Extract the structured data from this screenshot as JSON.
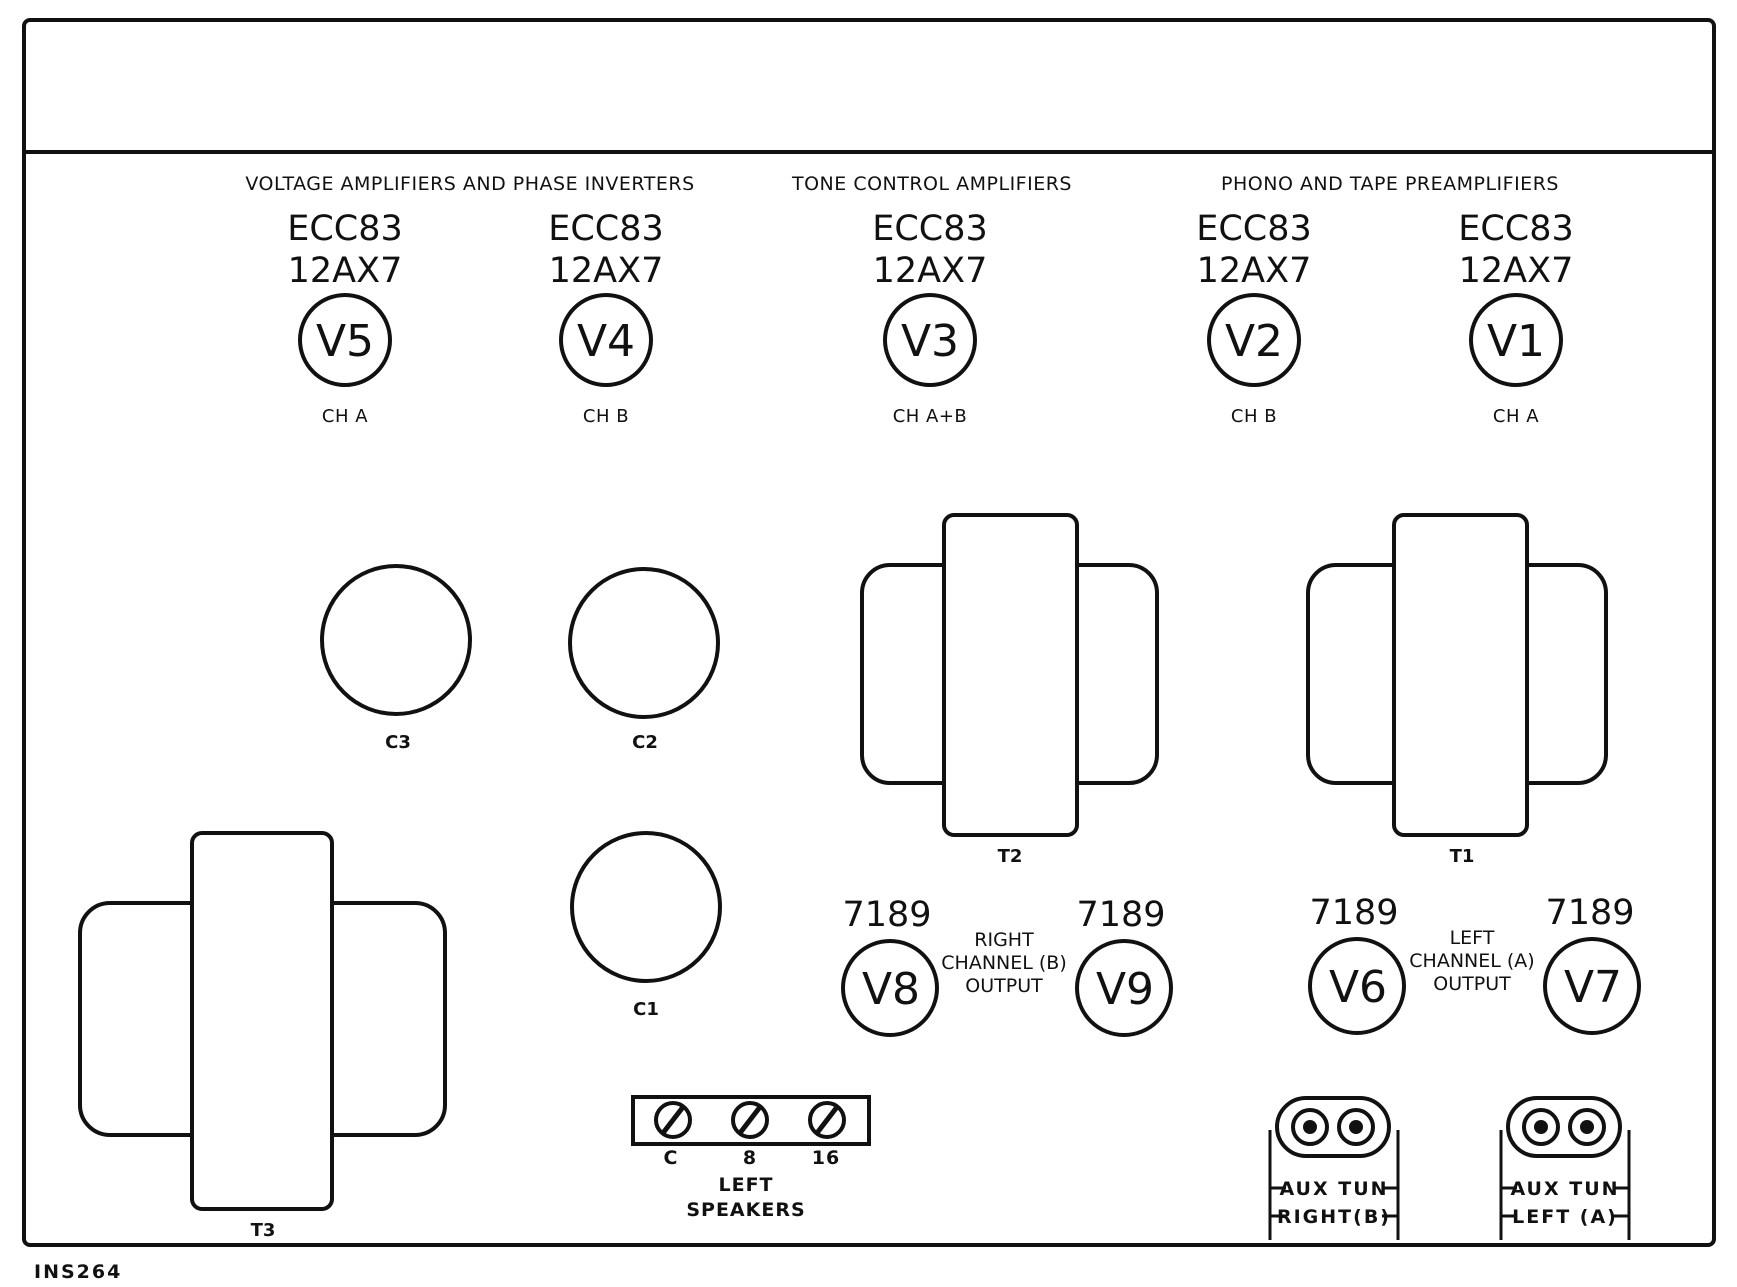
{
  "sections": {
    "voltage_amplifiers": "VOLTAGE AMPLIFIERS AND PHASE INVERTERS",
    "tone_control": "TONE CONTROL AMPLIFIERS",
    "preamplifiers": "PHONO AND TAPE PREAMPLIFIERS"
  },
  "preamp_tubes": [
    {
      "type1": "ECC83",
      "type2": "12AX7",
      "label": "V5",
      "channel": "CH A"
    },
    {
      "type1": "ECC83",
      "type2": "12AX7",
      "label": "V4",
      "channel": "CH B"
    },
    {
      "type1": "ECC83",
      "type2": "12AX7",
      "label": "V3",
      "channel": "CH A+B"
    },
    {
      "type1": "ECC83",
      "type2": "12AX7",
      "label": "V2",
      "channel": "CH B"
    },
    {
      "type1": "ECC83",
      "type2": "12AX7",
      "label": "V1",
      "channel": "CH A"
    }
  ],
  "capacitors": [
    "C3",
    "C2",
    "C1"
  ],
  "transformers": [
    "T2",
    "T1",
    "T3"
  ],
  "output_tubes": [
    {
      "type": "7189",
      "label": "V8"
    },
    {
      "type": "7189",
      "label": "V9"
    },
    {
      "type": "7189",
      "label": "V6"
    },
    {
      "type": "7189",
      "label": "V7"
    }
  ],
  "right_output": [
    "RIGHT",
    "CHANNEL (B)",
    "OUTPUT"
  ],
  "left_output": [
    "LEFT",
    "CHANNEL (A)",
    "OUTPUT"
  ],
  "speakers": {
    "terminals": [
      "C",
      "8",
      "16"
    ],
    "line1": "LEFT",
    "line2": "SPEAKERS"
  },
  "jacks": [
    {
      "line1": "AUX  TUN",
      "line2": "RIGHT(B)"
    },
    {
      "line1": "AUX  TUN",
      "line2": "LEFT (A)"
    }
  ],
  "figure_code": "INS264"
}
